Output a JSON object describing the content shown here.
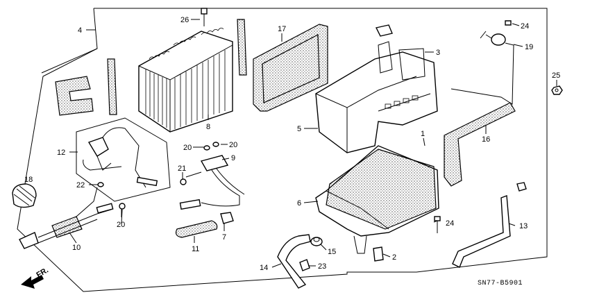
{
  "callouts": {
    "c1": "1",
    "c2": "2",
    "c3": "3",
    "c4": "4",
    "c5": "5",
    "c6": "6",
    "c7": "7",
    "c8": "8",
    "c9": "9",
    "c10": "10",
    "c11": "11",
    "c12": "12",
    "c13": "13",
    "c14": "14",
    "c15": "15",
    "c16": "16",
    "c17": "17",
    "c18": "18",
    "c19": "19",
    "c20a": "20",
    "c20b": "20",
    "c20c": "20",
    "c21": "21",
    "c22": "22",
    "c23": "23",
    "c24a": "24",
    "c24b": "24",
    "c25": "25",
    "c26": "26"
  },
  "diagram_code": "SN77-B5901",
  "direction_label": "FR."
}
